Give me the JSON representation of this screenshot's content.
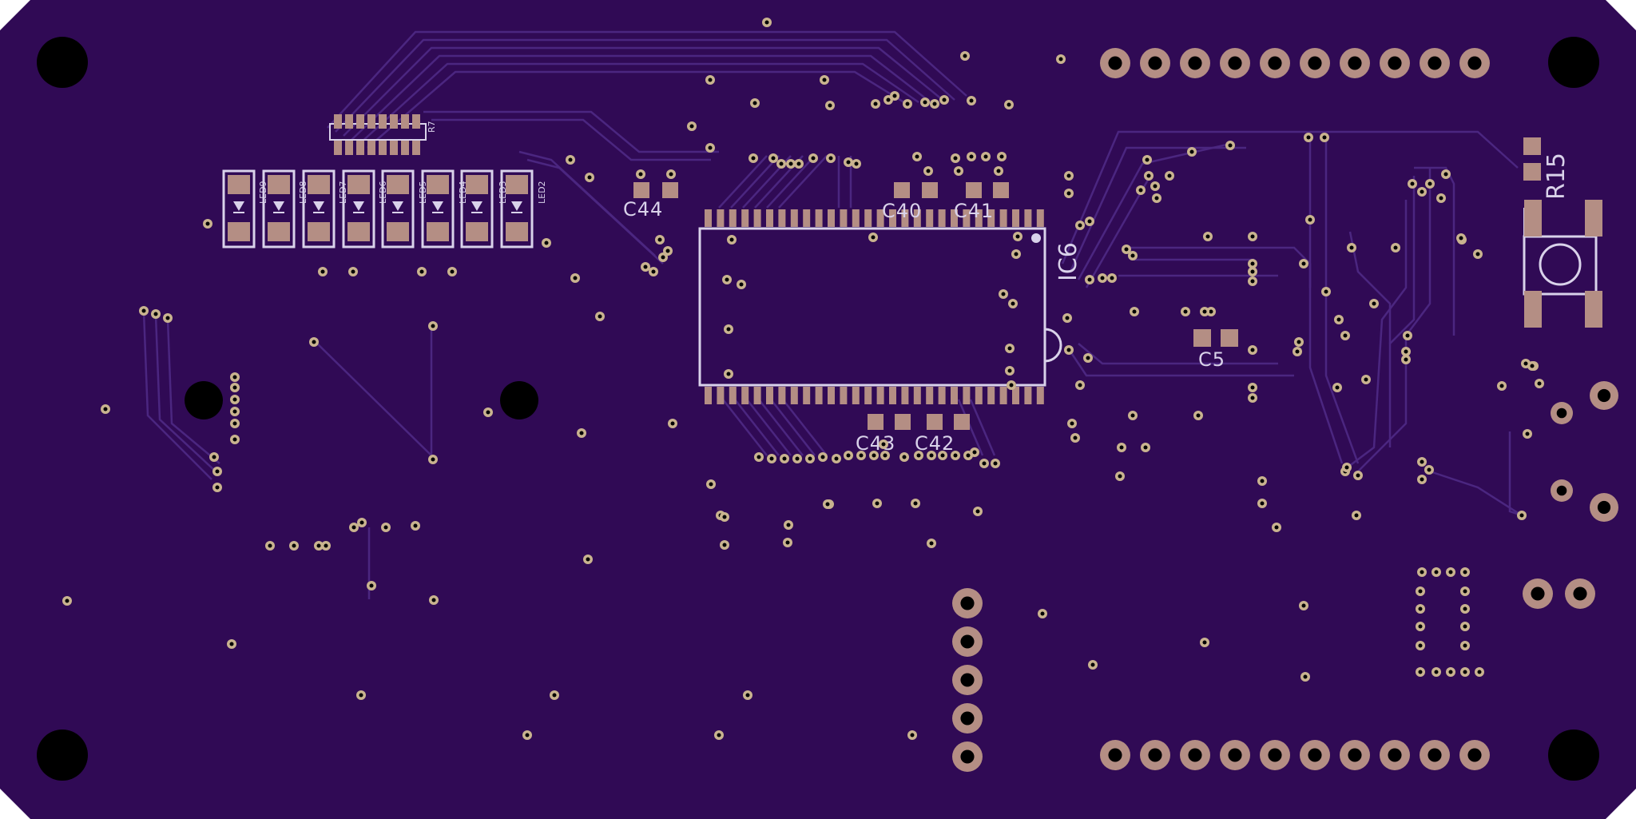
{
  "board": {
    "colors": {
      "substrate": "#300a55",
      "trace": "#4b2680",
      "silkscreen": "#d9d2ea",
      "pad": "#b48e84",
      "via_ring": "#c9b38f",
      "hole": "#000000"
    }
  },
  "labels": {
    "ic6": "IC6",
    "c40": "C40",
    "c41": "C41",
    "c42": "C42",
    "c43": "C43",
    "c44": "C44",
    "c5": "C5",
    "r7": "R7",
    "r15": "R15",
    "led2": "LED2",
    "led3": "LED3",
    "led4": "LED4",
    "led5": "LED5",
    "led6": "LED6",
    "led7": "LED7",
    "led8": "LED8",
    "led9": "LED9"
  }
}
